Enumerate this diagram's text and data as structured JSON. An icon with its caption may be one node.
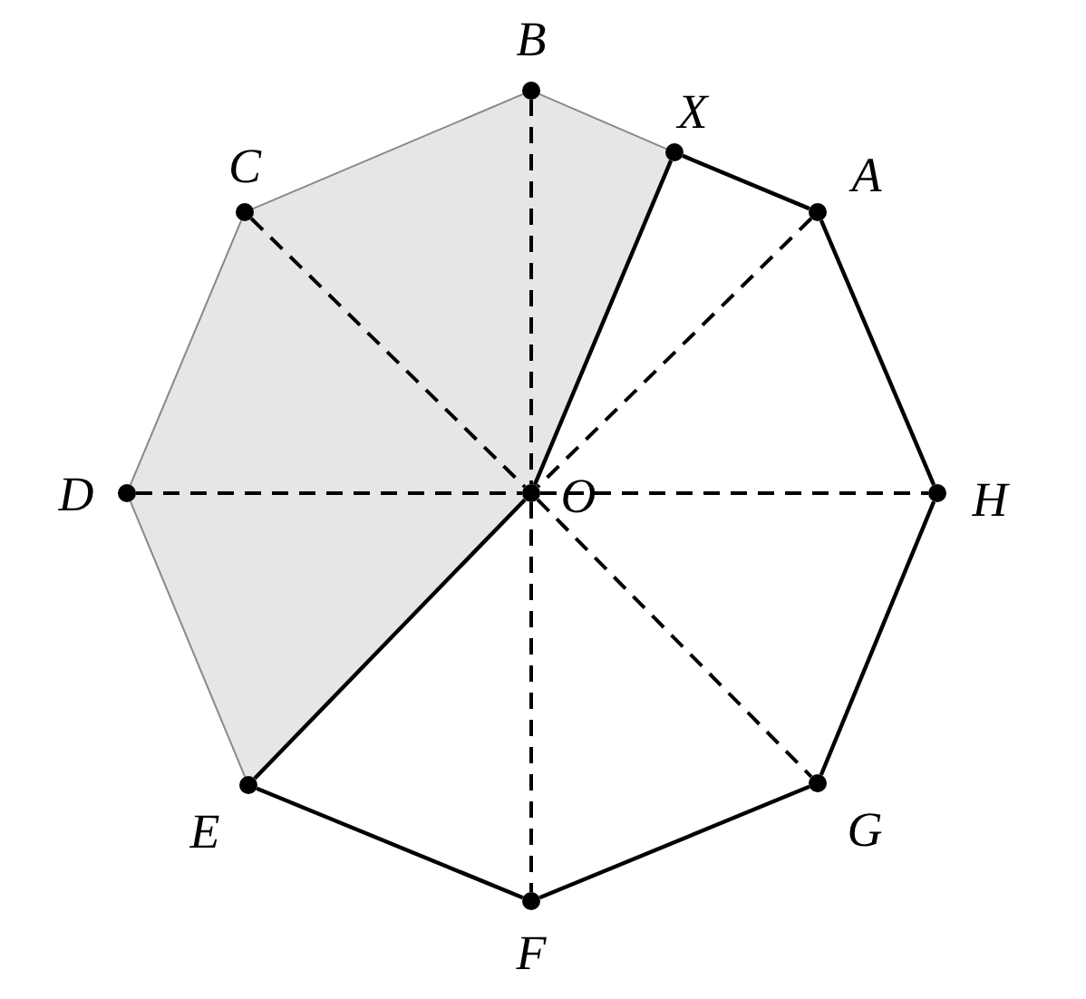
{
  "diagram": {
    "nodes": [
      {
        "text": [
          "B"
        ]
      },
      {
        "text": [
          "X"
        ]
      },
      {
        "text": [
          "A"
        ]
      },
      {
        "text": [
          "C"
        ]
      },
      {
        "text": [
          "D"
        ]
      },
      {
        "text": [
          "O"
        ]
      },
      {
        "text": [
          "H"
        ]
      },
      {
        "text": [
          "E"
        ]
      },
      {
        "text": [
          "G"
        ]
      },
      {
        "text": [
          "F"
        ]
      }
    ],
    "edges": [
      {
        "from": 0,
        "to": 1,
        "arrow": "none",
        "color": "#888888"
      },
      {
        "from": 1,
        "to": 2,
        "arrow": "none"
      },
      {
        "from": 2,
        "to": 6,
        "arrow": "none"
      },
      {
        "from": 6,
        "to": 8,
        "arrow": "none"
      },
      {
        "from": 8,
        "to": 9,
        "arrow": "none"
      },
      {
        "from": 9,
        "to": 7,
        "arrow": "none"
      },
      {
        "from": 7,
        "to": 4,
        "arrow": "none",
        "color": "#888888"
      },
      {
        "from": 4,
        "to": 3,
        "arrow": "none",
        "color": "#888888"
      },
      {
        "from": 3,
        "to": 0,
        "arrow": "none",
        "color": "#888888"
      },
      {
        "from": 5,
        "to": 1,
        "arrow": "none"
      },
      {
        "from": 5,
        "to": 7,
        "arrow": "none"
      },
      {
        "from": 0,
        "to": 5,
        "arrow": "none",
        "style": "dashed"
      },
      {
        "from": 5,
        "to": 9,
        "arrow": "none",
        "style": "dashed"
      },
      {
        "from": 3,
        "to": 5,
        "arrow": "none",
        "style": "dashed"
      },
      {
        "from": 5,
        "to": 8,
        "arrow": "none",
        "style": "dashed"
      },
      {
        "from": 4,
        "to": 5,
        "arrow": "none",
        "style": "dashed"
      },
      {
        "from": 5,
        "to": 6,
        "arrow": "none",
        "style": "dashed"
      },
      {
        "from": 2,
        "to": 5,
        "arrow": "none",
        "style": "dashed"
      }
    ]
  }
}
